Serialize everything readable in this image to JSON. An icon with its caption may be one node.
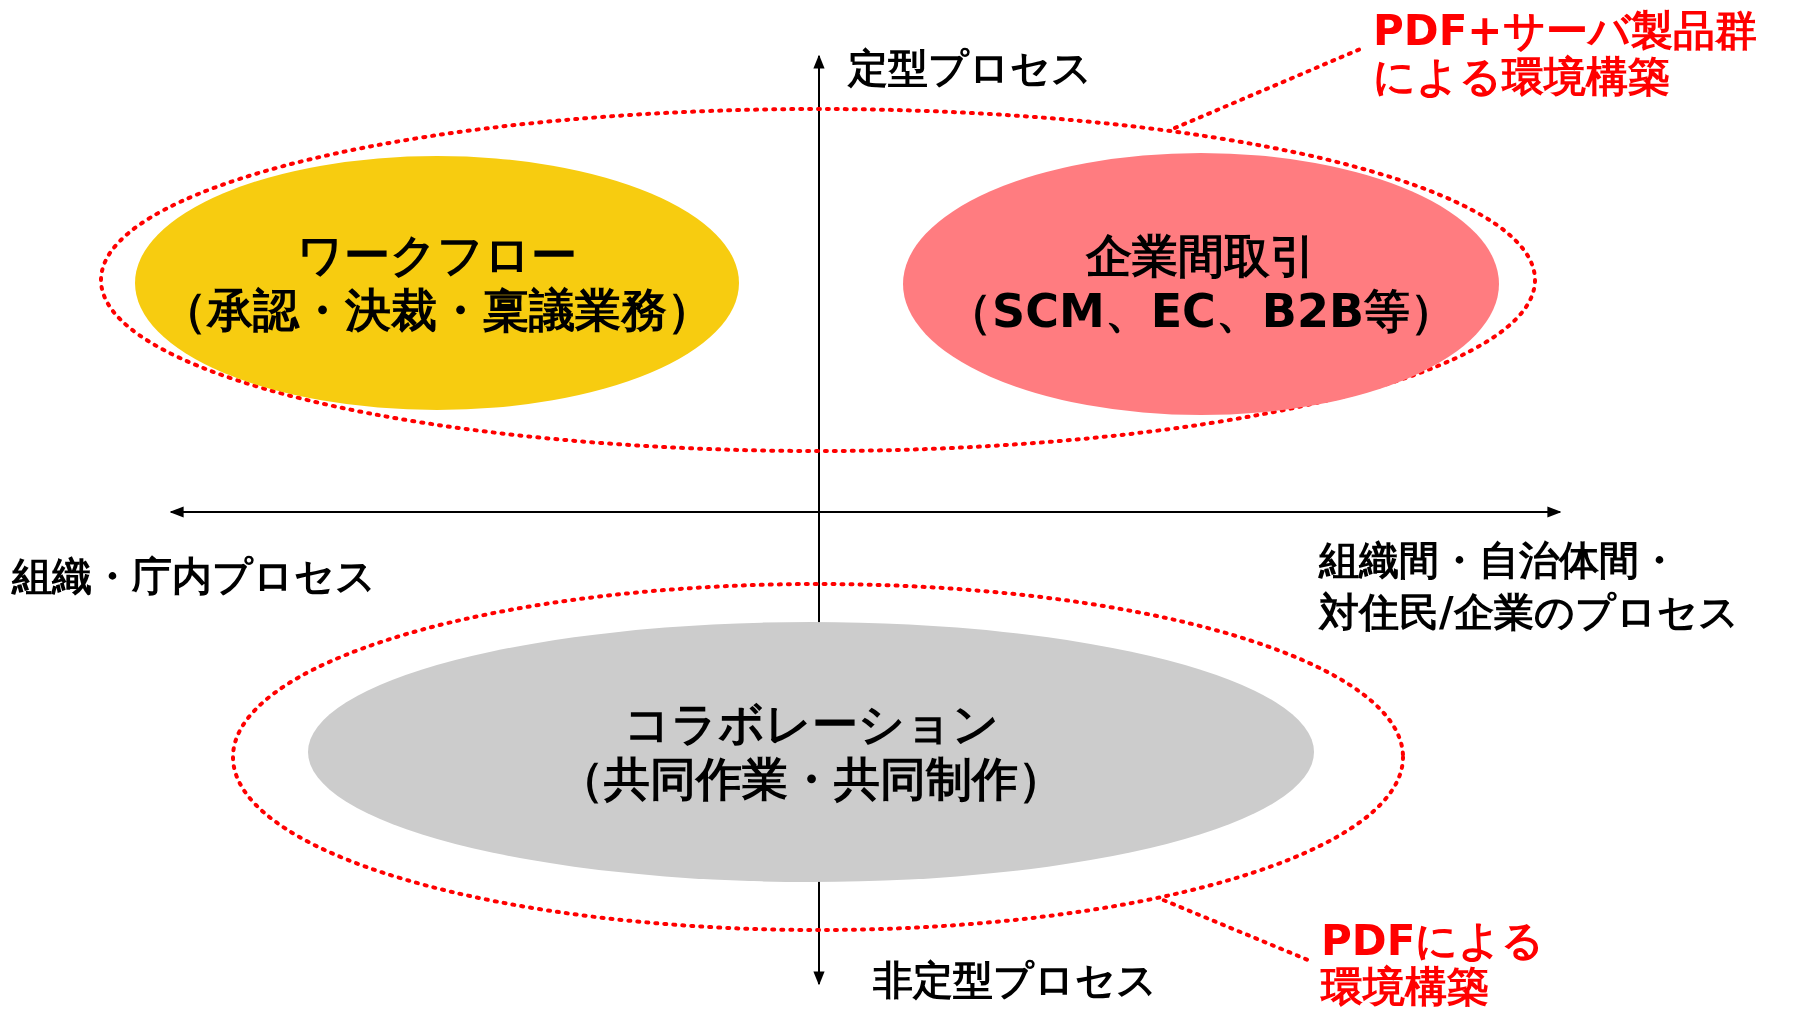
{
  "diagram": {
    "nodes": [
      {
        "text": [],
        "shape": "ellipse"
      },
      {
        "text": [
          "ワークフロー",
          "（承認・決裁・稟議業務）"
        ],
        "in": 0
      },
      {
        "text": [
          "企業間取引",
          "（SCM、EC、B2B等）"
        ],
        "in": 0
      },
      {
        "text": [],
        "shape": "ellipse"
      },
      {
        "text": [
          "コラボレーション",
          "（共同作業・共同制作）"
        ],
        "in": 3
      },
      {
        "text": [
          "PDF+サーバ製品群による環境構築"
        ]
      },
      {
        "text": [
          "PDFによる環境構築"
        ]
      }
    ],
    "edges": [
      {
        "from": 5,
        "to": 0,
        "arrow": "none",
        "style": "dashed",
        "color": "#ff0000"
      },
      {
        "from": 6,
        "to": 3,
        "arrow": "none",
        "style": "dashed",
        "color": "#ff0000"
      }
    ],
    "labels": [
      "定型プロセス",
      "非定型プロセス",
      "組織・庁内プロセス",
      "組織間・自治体間・",
      "対住民/企業のプロセス"
    ]
  }
}
